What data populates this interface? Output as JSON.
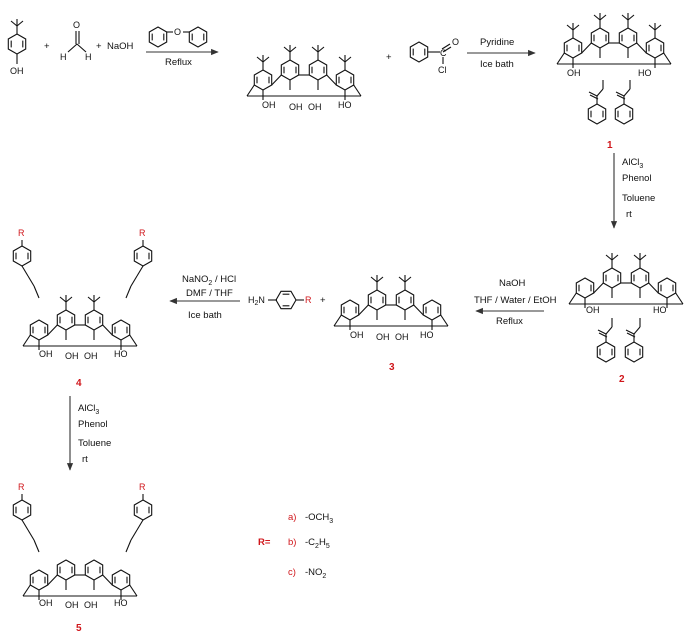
{
  "reagents": {
    "phenol_sub": "OH",
    "plus": "+",
    "formaldehyde_O": "O",
    "formaldehyde_H1": "H",
    "formaldehyde_H2": "H",
    "naoh": "NaOH",
    "step1_cond": "Reflux",
    "benzoyl_O": "O",
    "benzoyl_C": "C",
    "benzoyl_Cl": "Cl",
    "step2_cond1": "Pyridine",
    "step2_cond2": "Ice bath",
    "step3_cond1": "AlCl",
    "step3_cond1_sub": "3",
    "step3_cond2": "Phenol",
    "step3_cond3": "Toluene",
    "step3_cond4": "rt",
    "step4_cond1": "NaOH",
    "step4_cond2": "THF / Water / EtOH",
    "step4_cond3": "Reflux",
    "step5_cond1": "NaNO",
    "step5_cond1_sub": "2",
    "step5_cond1_rest": " / HCl",
    "step5_cond2": "DMF / THF",
    "step5_cond3": "Ice bath",
    "aniline_H": "H",
    "aniline_sub": "2",
    "aniline_N": "N",
    "R": "R",
    "step6_cond1": "AlCl",
    "step6_cond1_sub": "3",
    "step6_cond2": "Phenol",
    "step6_cond3": "Toluene",
    "step6_cond4": "rt"
  },
  "compounds": {
    "c1": "1",
    "c2": "2",
    "c3": "3",
    "c4": "4",
    "c5": "5"
  },
  "hydroxyls": {
    "oh": "OH",
    "ho": "HO"
  },
  "r_groups": {
    "label": "R=",
    "a_tag": "a)",
    "a_text": "-OCH",
    "a_sub": "3",
    "b_tag": "b)",
    "b_text1": "-C",
    "b_sub1": "2",
    "b_text2": "H",
    "b_sub2": "5",
    "c_tag": "c)",
    "c_text": "-NO",
    "c_sub": "2"
  },
  "colors": {
    "accent_red": "#d0161b",
    "ink": "#111111"
  }
}
